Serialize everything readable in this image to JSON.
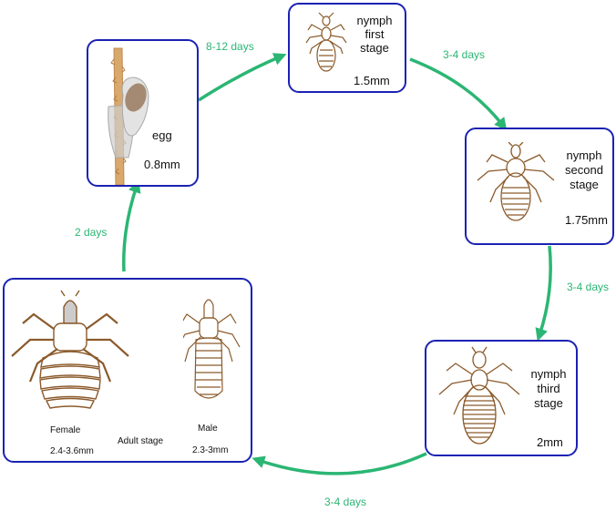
{
  "stages": {
    "egg": {
      "name": "egg",
      "size": "0.8mm"
    },
    "nymph1": {
      "line1": "nymph",
      "line2": "first",
      "line3": "stage",
      "size": "1.5mm"
    },
    "nymph2": {
      "line1": "nymph",
      "line2": "second",
      "line3": "stage",
      "size": "1.75mm"
    },
    "nymph3": {
      "line1": "nymph",
      "line2": "third",
      "line3": "stage",
      "size": "2mm"
    },
    "adult": {
      "female": "Female",
      "female_size": "2.4-3.6mm",
      "stage": "Adult stage",
      "male": "Male",
      "male_size": "2.3-3mm"
    }
  },
  "transitions": {
    "egg_to_n1": "8-12 days",
    "n1_to_n2": "3-4 days",
    "n2_to_n3": "3-4 days",
    "n3_to_adult": "3-4 days",
    "adult_to_egg": "2 days"
  },
  "colors": {
    "box_border": "#1b22b3",
    "arrow": "#2bb673",
    "louse": "#8b5a2b"
  }
}
